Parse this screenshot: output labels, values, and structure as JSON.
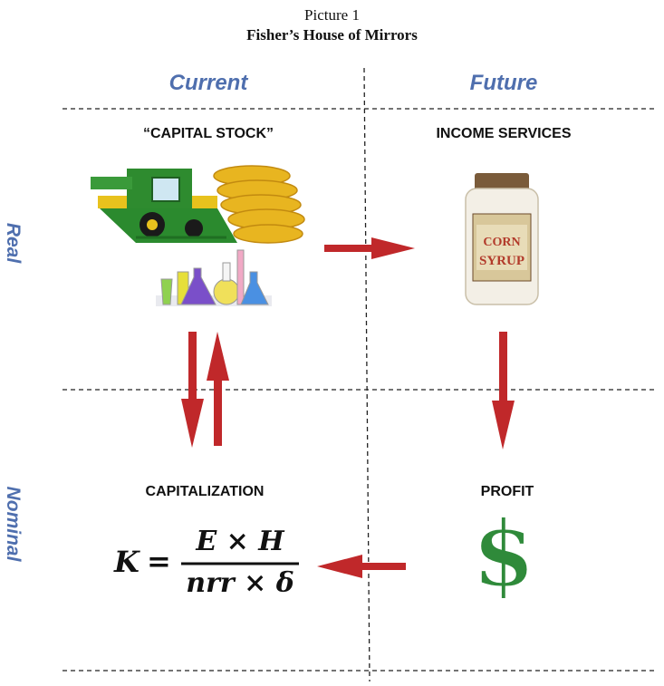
{
  "caption": {
    "number": "Picture 1",
    "title": "Fisher’s House of Mirrors"
  },
  "columns": {
    "current": "Current",
    "future": "Future"
  },
  "rows": {
    "real": "Real",
    "nominal": "Nominal"
  },
  "quadrants": {
    "capital_stock": "“CAPITAL STOCK”",
    "income_services": "INCOME SERVICES",
    "capitalization": "CAPITALIZATION",
    "profit": "PROFIT"
  },
  "formula": {
    "lhs": "K",
    "equals": "=",
    "numerator": "E × H",
    "denominator": "nrr × δ"
  },
  "jar_label": {
    "line1": "CORN",
    "line2": "SYRUP"
  },
  "dollar_sign": "$",
  "colors": {
    "axis_label": "#4f6fae",
    "arrow": "#c0282a",
    "dollar": "#2f8a3a"
  }
}
